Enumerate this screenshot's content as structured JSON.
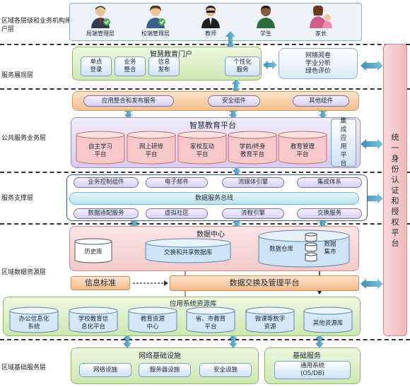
{
  "layers": {
    "user": "区域各层级和业务机构用户层",
    "presentation": "服务展现层",
    "public": "公共服务业务层",
    "support": "服务支撑层",
    "data": "区域数据资源层",
    "infra": "区域基础服务层"
  },
  "users": [
    "局端管理层",
    "校端管理层",
    "教师",
    "学生",
    "家长"
  ],
  "portal": {
    "title": "智慧教育门户",
    "items": [
      "单点\n登录",
      "业务\n整合",
      "信息\n发布",
      "个性化\n服务"
    ],
    "side": "网络阅卷\n学业分析\n绿色评价"
  },
  "components": [
    "应用整合和发布服务",
    "安全组件",
    "其他组件"
  ],
  "platform": {
    "title": "智慧教育平台",
    "items": [
      "自主学习\n平台",
      "网上研修\n平台",
      "家校互动\n平台",
      "学前/终身\n教育平台",
      "教育管理\n平台"
    ],
    "integration": "集成应用平台"
  },
  "support": {
    "row1": [
      "业务控制组件",
      "电子邮件",
      "流媒体引擎",
      "集成体系"
    ],
    "bus": "数据服务总线",
    "row2": [
      "数据适配服务",
      "虚拟社区",
      "流程引擎",
      "交换服务"
    ]
  },
  "data_center": {
    "title": "数据中心",
    "history": "历史库",
    "exchange": "交换和共享数据库",
    "warehouse": "数据仓库",
    "mart": "数据\n集市"
  },
  "info_standard": "信息标准",
  "exchange_platform": "数据交换及管理平台",
  "resource_lib": {
    "title": "应用系统资源库",
    "items": [
      "办公信息化\n系统",
      "学校教育信\n息化平台",
      "教育资源\n中心",
      "省、市教育\n平台",
      "微课等数字\n资源",
      "其他资源库"
    ]
  },
  "infra": {
    "network_title": "网络基础设施",
    "network_items": [
      "网络设施",
      "服务器设施",
      "安全设施"
    ],
    "basic_title": "基础服务",
    "basic_item": "通用系统\n(OS/DB)"
  },
  "auth": "统一身份认证和授权平台",
  "colors": {
    "user_panel": "#e9f0fb",
    "portal_green": "#dcefc4",
    "platform_purple": "#e5dcf3",
    "data_pink": "#f6d6d6",
    "exchange_orange": "#f5b98a",
    "resource_green": "#d9efc6",
    "auth_pink": "#f5c9c9",
    "arrow_blue": "#5aa6c8"
  }
}
